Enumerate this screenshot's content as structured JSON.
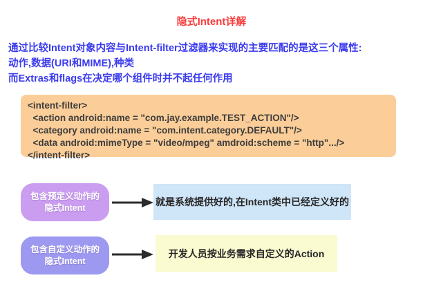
{
  "title": "隐式Intent详解",
  "intro": {
    "lines": [
      "通过比较Intent对象内容与Intent-filter过滤器来实现的主要匹配的是这三个属性:",
      "动作,数据(URI和MIME),种类",
      "而Extras和flags在决定哪个组件时并不起任何作用"
    ]
  },
  "code": {
    "lines": [
      "<intent-filter>",
      "  <action android:name = \"com.jay.example.TEST_ACTION\"/>",
      "  <category android:name = \"com.intent.category.DEFAULT\"/>",
      "  <data android:mimeType = \"video/mpeg\" amdroid:scheme = \"http\".../>",
      "</intent-filter>"
    ]
  },
  "rows": [
    {
      "label_line1": "包含预定义动作的",
      "label_line2": "隐式Intent",
      "desc": "就是系统提供好的,在Intent类中已经定义好的"
    },
    {
      "label_line1": "包含自定义动作的",
      "label_line2": "隐式Intent",
      "desc": "开发人员按业务需求自定义的Action"
    }
  ],
  "colors": {
    "title_red": "#f93b3b",
    "intro_blue": "#3b3bee",
    "code_background": "#fbcd98",
    "code_text": "#3d3d3d",
    "pill_predefined_purple": "#cb9df0",
    "pill_custom_periwinkle": "#9e99f0",
    "desc_blue_background": "#cfe5f8",
    "desc_yellow_background": "#fbfbd2",
    "arrow_black": "#2b2b2b"
  }
}
